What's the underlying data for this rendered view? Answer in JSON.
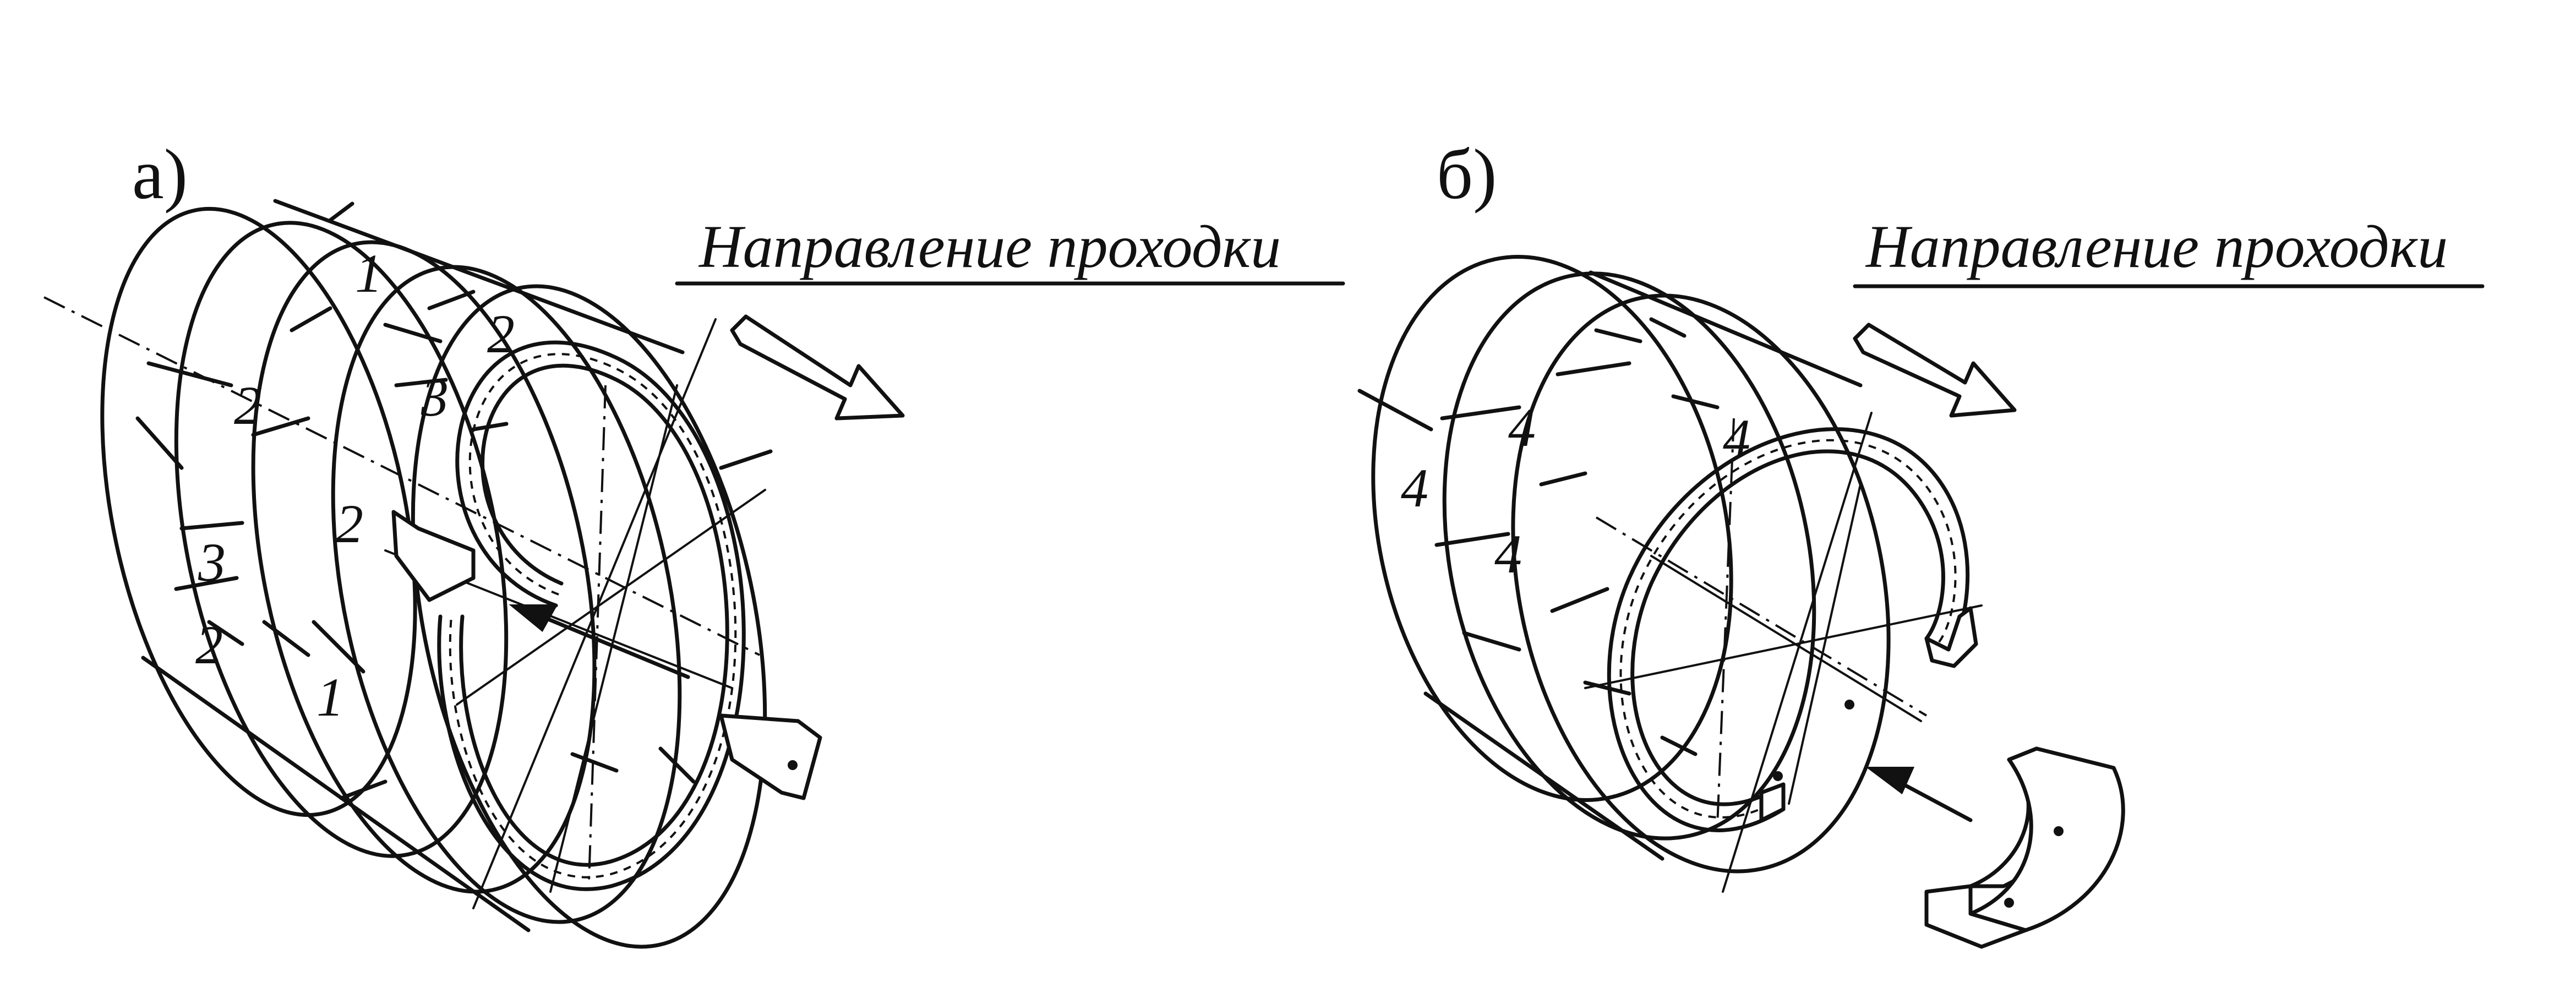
{
  "panel_a": {
    "label": "а)",
    "direction_text": "Направление проходки",
    "segment_numbers": [
      "1",
      "2",
      "2",
      "3",
      "2",
      "3",
      "2",
      "1"
    ]
  },
  "panel_b": {
    "label": "б)",
    "direction_text": "Направление проходки",
    "segment_numbers": [
      "4",
      "4",
      "4",
      "4"
    ]
  }
}
